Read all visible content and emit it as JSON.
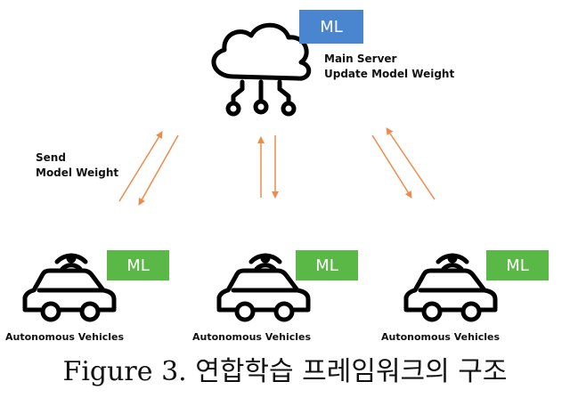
{
  "server": {
    "badge": "ML",
    "line1": "Main Server",
    "line2": "Update Model Weight"
  },
  "send_label": {
    "line1": "Send",
    "line2": "Model Weight"
  },
  "vehicles": [
    {
      "label": "Autonomous Vehicles",
      "badge": "ML"
    },
    {
      "label": "Autonomous Vehicles",
      "badge": "ML"
    },
    {
      "label": "Autonomous Vehicles",
      "badge": "ML"
    }
  ],
  "caption": "Figure 3. 연합학습 프레임워크의 구조",
  "colors": {
    "server_badge": "#4a86cf",
    "vehicle_badge": "#5ab946",
    "arrow": "#f08a4b",
    "icon": "#000000"
  }
}
